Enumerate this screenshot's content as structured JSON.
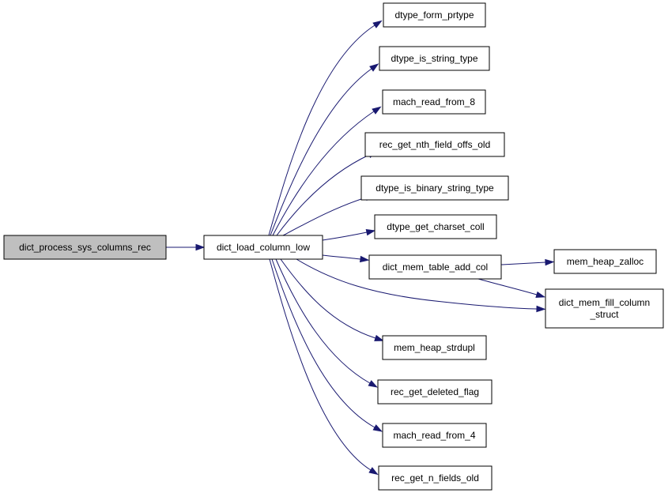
{
  "colors": {
    "edge": "#191970",
    "root_fill": "#bfbfbf",
    "node_fill": "#ffffff",
    "border": "#000000"
  },
  "nodes": [
    {
      "id": "dict_process_sys_columns_rec",
      "lines": [
        "dict_process_sys_columns_rec"
      ],
      "root": true
    },
    {
      "id": "dict_load_column_low",
      "lines": [
        "dict_load_column_low"
      ]
    },
    {
      "id": "dtype_form_prtype",
      "lines": [
        "dtype_form_prtype"
      ]
    },
    {
      "id": "dtype_is_string_type",
      "lines": [
        "dtype_is_string_type"
      ]
    },
    {
      "id": "mach_read_from_8",
      "lines": [
        "mach_read_from_8"
      ]
    },
    {
      "id": "rec_get_nth_field_offs_old",
      "lines": [
        "rec_get_nth_field_offs_old"
      ]
    },
    {
      "id": "dtype_is_binary_string_type",
      "lines": [
        "dtype_is_binary_string_type"
      ]
    },
    {
      "id": "dtype_get_charset_coll",
      "lines": [
        "dtype_get_charset_coll"
      ]
    },
    {
      "id": "dict_mem_table_add_col",
      "lines": [
        "dict_mem_table_add_col"
      ]
    },
    {
      "id": "mem_heap_zalloc",
      "lines": [
        "mem_heap_zalloc"
      ]
    },
    {
      "id": "dict_mem_fill_column_struct",
      "lines": [
        "dict_mem_fill_column",
        "_struct"
      ]
    },
    {
      "id": "mem_heap_strdupl",
      "lines": [
        "mem_heap_strdupl"
      ]
    },
    {
      "id": "rec_get_deleted_flag",
      "lines": [
        "rec_get_deleted_flag"
      ]
    },
    {
      "id": "mach_read_from_4",
      "lines": [
        "mach_read_from_4"
      ]
    },
    {
      "id": "rec_get_n_fields_old",
      "lines": [
        "rec_get_n_fields_old"
      ]
    }
  ],
  "edges": [
    {
      "from": "dict_process_sys_columns_rec",
      "to": "dict_load_column_low"
    },
    {
      "from": "dict_load_column_low",
      "to": "dtype_form_prtype"
    },
    {
      "from": "dict_load_column_low",
      "to": "dtype_is_string_type"
    },
    {
      "from": "dict_load_column_low",
      "to": "mach_read_from_8"
    },
    {
      "from": "dict_load_column_low",
      "to": "rec_get_nth_field_offs_old"
    },
    {
      "from": "dict_load_column_low",
      "to": "dtype_is_binary_string_type"
    },
    {
      "from": "dict_load_column_low",
      "to": "dtype_get_charset_coll"
    },
    {
      "from": "dict_load_column_low",
      "to": "dict_mem_table_add_col"
    },
    {
      "from": "dict_load_column_low",
      "to": "dict_mem_fill_column_struct"
    },
    {
      "from": "dict_load_column_low",
      "to": "mem_heap_strdupl"
    },
    {
      "from": "dict_load_column_low",
      "to": "rec_get_deleted_flag"
    },
    {
      "from": "dict_load_column_low",
      "to": "mach_read_from_4"
    },
    {
      "from": "dict_load_column_low",
      "to": "rec_get_n_fields_old"
    },
    {
      "from": "dict_mem_table_add_col",
      "to": "mem_heap_zalloc"
    },
    {
      "from": "dict_mem_table_add_col",
      "to": "dict_mem_fill_column_struct"
    }
  ]
}
